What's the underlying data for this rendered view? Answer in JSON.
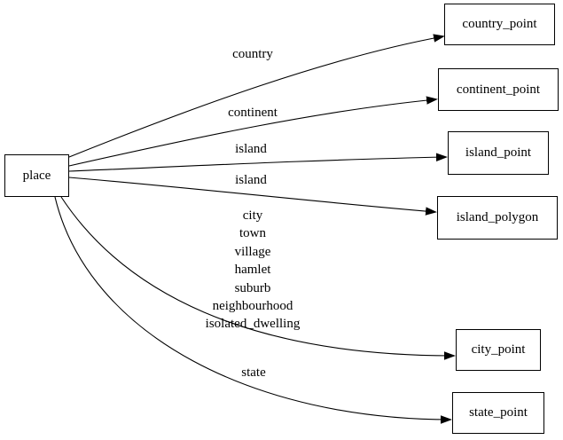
{
  "diagram": {
    "kind": "directed-graph",
    "colors": {
      "background": "#ffffff",
      "node_fill": "#ffffff",
      "node_border": "#000000",
      "edge_stroke": "#000000",
      "text": "#000000"
    },
    "nodes": [
      {
        "id": "place",
        "label": "place"
      },
      {
        "id": "country_point",
        "label": "country_point"
      },
      {
        "id": "continent_point",
        "label": "continent_point"
      },
      {
        "id": "island_point",
        "label": "island_point"
      },
      {
        "id": "island_polygon",
        "label": "island_polygon"
      },
      {
        "id": "city_point",
        "label": "city_point"
      },
      {
        "id": "state_point",
        "label": "state_point"
      }
    ],
    "edges": [
      {
        "from": "place",
        "to": "country_point",
        "label": "country"
      },
      {
        "from": "place",
        "to": "continent_point",
        "label": "continent"
      },
      {
        "from": "place",
        "to": "island_point",
        "label": "island"
      },
      {
        "from": "place",
        "to": "island_polygon",
        "label": "island"
      },
      {
        "from": "place",
        "to": "city_point",
        "label": "city\ntown\nvillage\nhamlet\nsuburb\nneighbourhood\nisolated_dwelling"
      },
      {
        "from": "place",
        "to": "state_point",
        "label": "state"
      }
    ]
  }
}
